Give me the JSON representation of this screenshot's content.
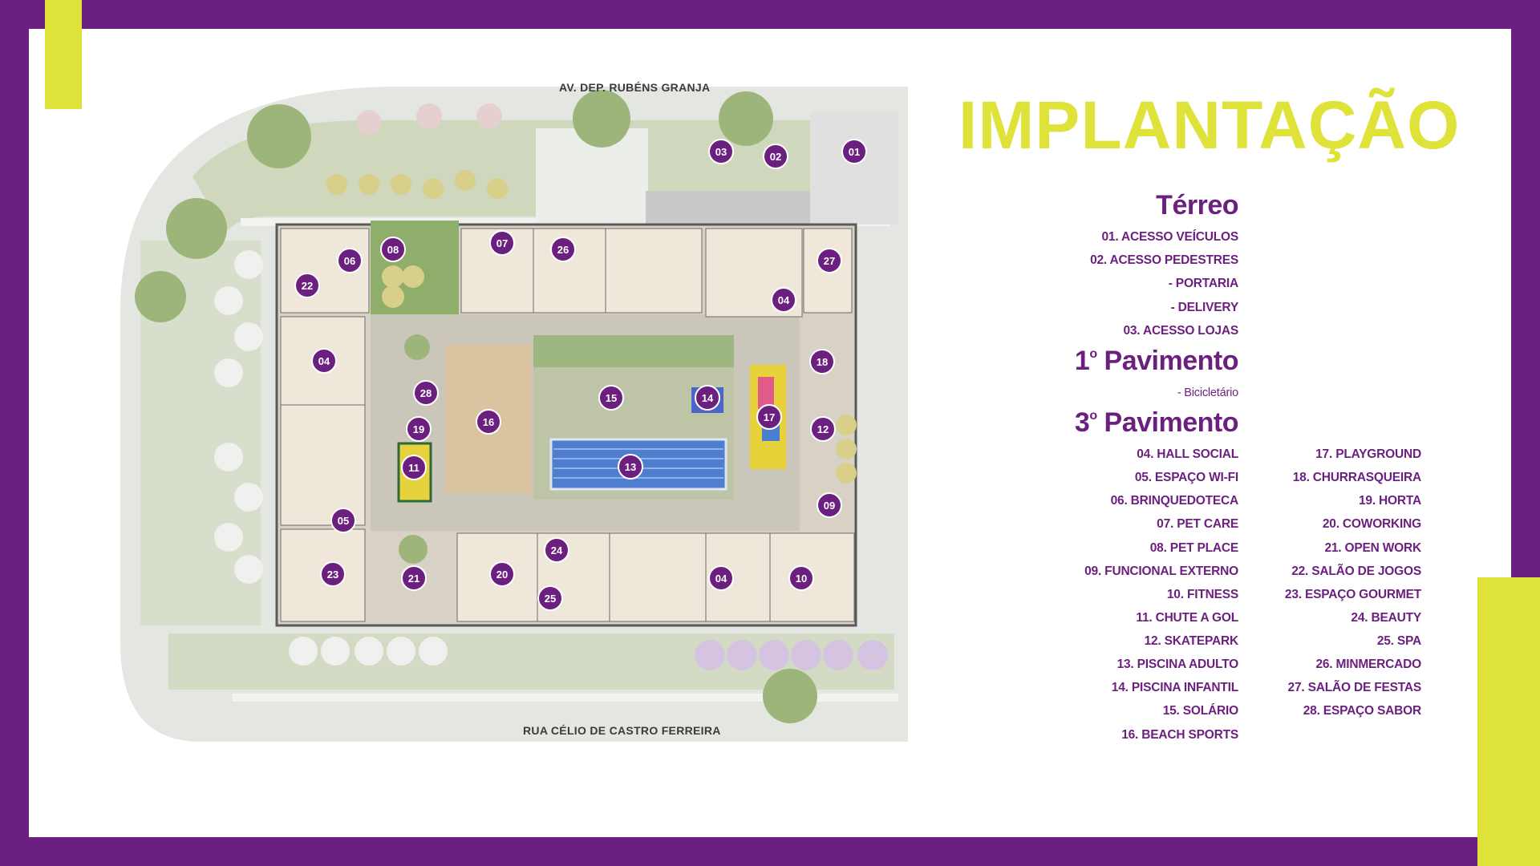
{
  "title": "IMPLANTAÇÃO",
  "colors": {
    "brand_purple": "#6b1f7e",
    "accent_yellow": "#dfe238"
  },
  "streets": {
    "top": "AV. DEP. RUBÉNS GRANJA",
    "bottom": "RUA CÉLIO DE CASTRO FERREIRA"
  },
  "sections": {
    "terreo": "Térreo",
    "pav1_num": "1",
    "pav1_sup": "o",
    "pav1_word": "Pavimento",
    "pav3_num": "3",
    "pav3_sup": "o",
    "pav3_word": "Pavimento"
  },
  "terreo_items": [
    "01. ACESSO VEÍCULOS",
    "02. ACESSO PEDESTRES",
    "- PORTARIA",
    "- DELIVERY",
    "03. ACESSO LOJAS"
  ],
  "pav1_items": [
    "- Bicicletário"
  ],
  "pav3_col1": [
    "04. HALL SOCIAL",
    "05. ESPAÇO WI-FI",
    "06. BRINQUEDOTECA",
    "07. PET CARE",
    "08. PET PLACE",
    "09. FUNCIONAL EXTERNO",
    "10. FITNESS",
    "11. CHUTE A GOL",
    "12. SKATEPARK",
    "13. PISCINA ADULTO",
    "14. PISCINA INFANTIL",
    "15. SOLÁRIO",
    "16. BEACH SPORTS"
  ],
  "pav3_col2": [
    "17. PLAYGROUND",
    "18. CHURRASQUEIRA",
    "19. HORTA",
    "20. COWORKING",
    "21. OPEN WORK",
    "22. SALÃO DE JOGOS",
    "23. ESPAÇO GOURMET",
    "24. BEAUTY",
    "25. SPA",
    "26. MINMERCADO",
    "27. SALÃO DE FESTAS",
    "28. ESPAÇO SABOR"
  ],
  "markers": [
    "01",
    "02",
    "03",
    "06",
    "07",
    "08",
    "26",
    "27",
    "22",
    "04",
    "18",
    "28",
    "15",
    "14",
    "16",
    "19",
    "17",
    "12",
    "11",
    "13",
    "09",
    "05",
    "24",
    "20",
    "23",
    "21",
    "25",
    "04",
    "10",
    "04"
  ]
}
